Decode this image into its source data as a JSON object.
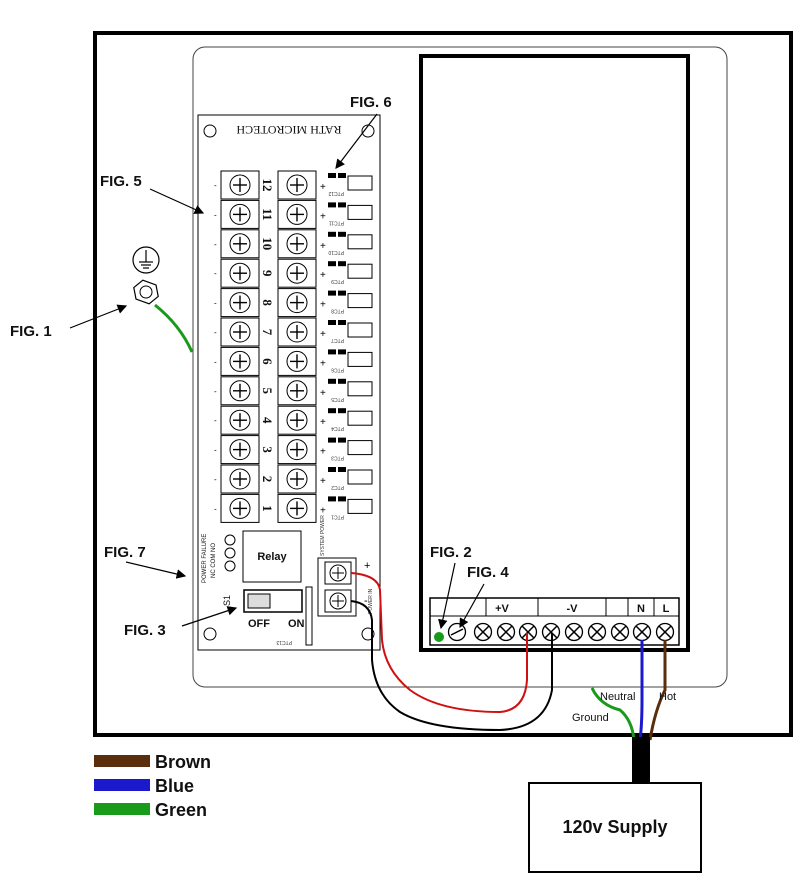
{
  "pcb": {
    "brand": "RATH MICROTECH",
    "relay_label": "Relay",
    "power_failure_label": "POWER FAILURE",
    "nc_com_no_label": "NC COM NO",
    "switch_id": "S1",
    "switch_off": "OFF",
    "switch_on": "ON",
    "system_power_label": "SYSTEM POWER",
    "power_in_label": "POWER IN",
    "ptc_bottom": "PTC13",
    "channels": [
      "12",
      "11",
      "10",
      "9",
      "8",
      "7",
      "6",
      "5",
      "4",
      "3",
      "2",
      "1"
    ],
    "ptc_labels": [
      "PTC12",
      "PTC11",
      "PTC10",
      "PTC9",
      "PTC8",
      "PTC7",
      "PTC6",
      "PTC5",
      "PTC4",
      "PTC3",
      "PTC2",
      "PTC1"
    ]
  },
  "figures": {
    "fig1": "FIG. 1",
    "fig2": "FIG. 2",
    "fig3": "FIG. 3",
    "fig4": "FIG. 4",
    "fig5": "FIG. 5",
    "fig6": "FIG. 6",
    "fig7": "FIG. 7"
  },
  "psu": {
    "plus_v": "+V",
    "minus_v": "-V",
    "n": "N",
    "l": "L"
  },
  "wires": {
    "neutral": "Neutral",
    "hot": "Hot",
    "ground": "Ground"
  },
  "legend": [
    {
      "label": "Brown",
      "color": "#5a2d0c"
    },
    {
      "label": "Blue",
      "color": "#1a1acc"
    },
    {
      "label": "Green",
      "color": "#1a9a1a"
    }
  ],
  "supply": {
    "label": "120v Supply"
  }
}
